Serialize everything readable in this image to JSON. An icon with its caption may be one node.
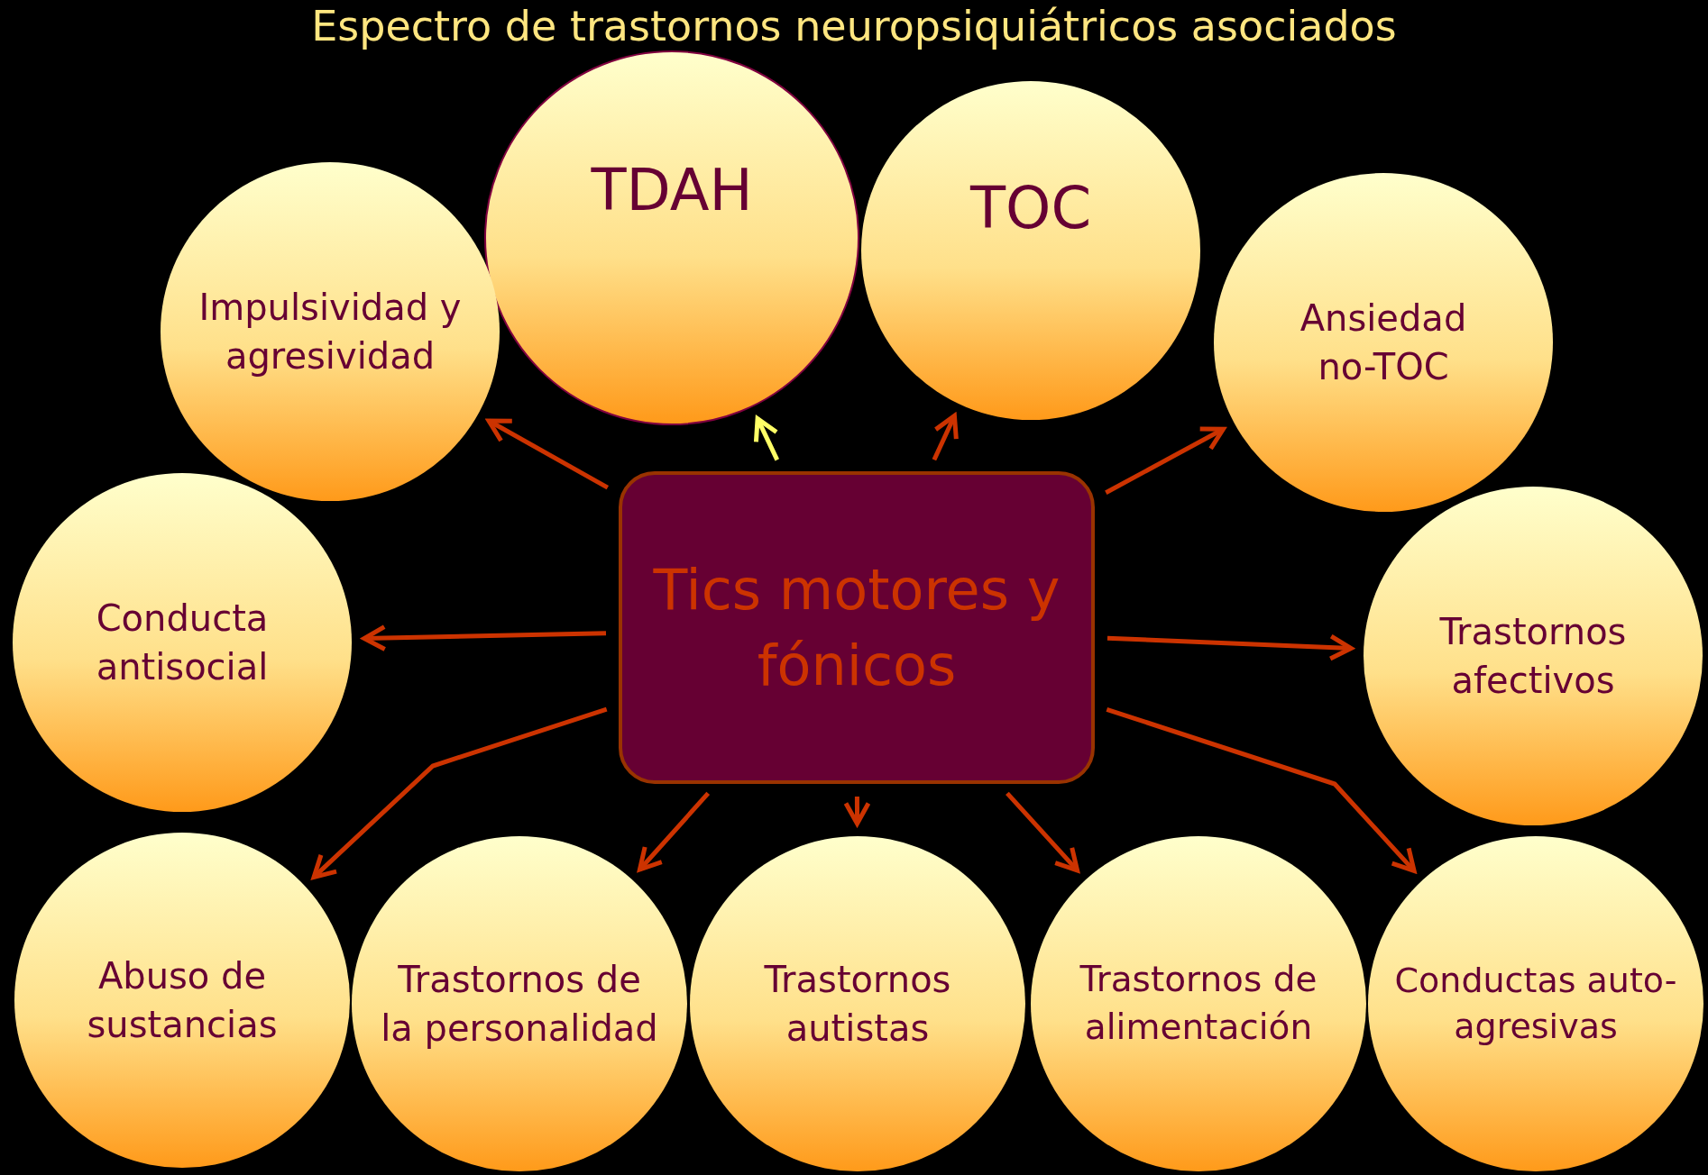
{
  "diagram": {
    "title": "Espectro de trastornos neuropsiquiátricos asociados",
    "nodes": [
      {
        "text": [
          "TDAH"
        ]
      },
      {
        "text": [
          "TOC"
        ]
      },
      {
        "text": [
          "Impulsividad y agresividad"
        ]
      },
      {
        "text": [
          "Ansiedad no-TOC"
        ]
      },
      {
        "text": [
          "Tics motores y fónicos"
        ]
      },
      {
        "text": [
          "Conducta antisocial"
        ]
      },
      {
        "text": [
          "Trastornos afectivos"
        ]
      },
      {
        "text": [
          "Abuso de sustancias"
        ]
      },
      {
        "text": [
          "Trastornos de la personalidad"
        ]
      },
      {
        "text": [
          "Trastornos autistas"
        ]
      },
      {
        "text": [
          "Trastornos de alimentación"
        ]
      },
      {
        "text": [
          "Conductas auto-agresivas"
        ]
      }
    ],
    "edges": [
      {
        "from": 4,
        "to": 0,
        "arrow": "to",
        "color": "#ffff66"
      },
      {
        "from": 4,
        "to": 1,
        "arrow": "to"
      },
      {
        "from": 4,
        "to": 2,
        "arrow": "to"
      },
      {
        "from": 4,
        "to": 3,
        "arrow": "to"
      },
      {
        "from": 4,
        "to": 5,
        "arrow": "to"
      },
      {
        "from": 4,
        "to": 6,
        "arrow": "to"
      },
      {
        "from": 4,
        "to": 7,
        "arrow": "to"
      },
      {
        "from": 4,
        "to": 8,
        "arrow": "to"
      },
      {
        "from": 4,
        "to": 9,
        "arrow": "to"
      },
      {
        "from": 4,
        "to": 10,
        "arrow": "to"
      },
      {
        "from": 4,
        "to": 11,
        "arrow": "to"
      }
    ]
  }
}
